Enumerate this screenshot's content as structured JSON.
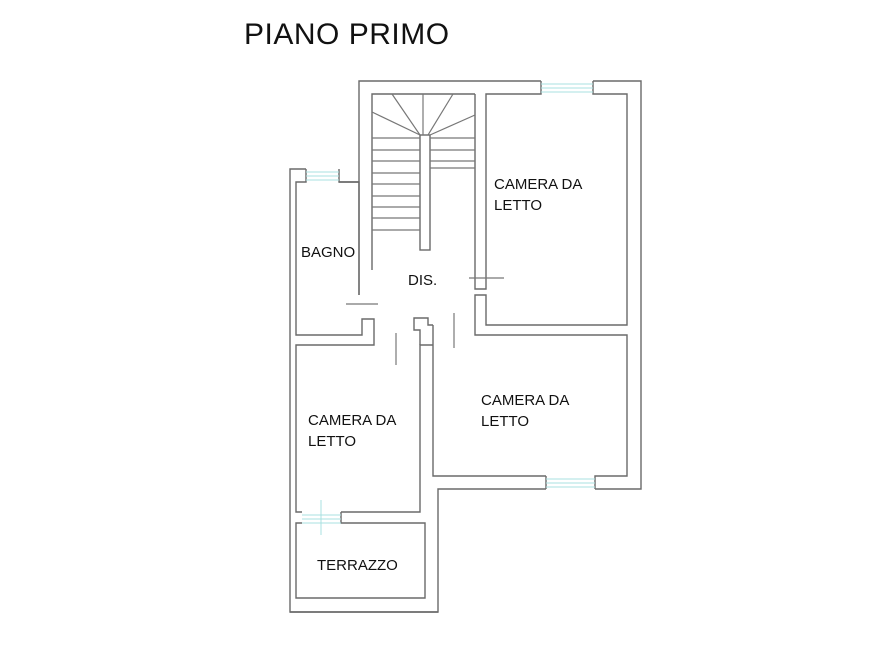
{
  "title": "PIANO PRIMO",
  "rooms": [
    {
      "name": "camera-da-letto-1",
      "label_line1": "CAMERA DA",
      "label_line2": "LETTO"
    },
    {
      "name": "bagno",
      "label_line1": "BAGNO"
    },
    {
      "name": "disimpegno",
      "label_line1": "DIS."
    },
    {
      "name": "camera-da-letto-2",
      "label_line1": "CAMERA DA",
      "label_line2": "LETTO"
    },
    {
      "name": "camera-da-letto-3",
      "label_line1": "CAMERA DA",
      "label_line2": "LETTO"
    },
    {
      "name": "terrazzo",
      "label_line1": "TERRAZZO"
    }
  ],
  "colors": {
    "wall": "#6a6a6a",
    "window": "#a8e0e0",
    "text": "#111111"
  }
}
